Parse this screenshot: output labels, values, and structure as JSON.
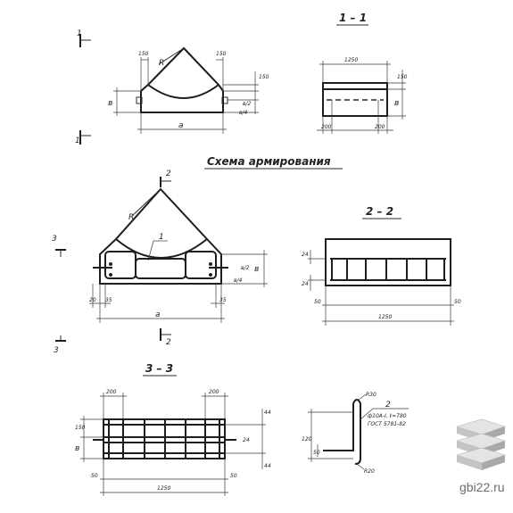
{
  "sections": {
    "s11": "1 – 1",
    "scheme": "Схема армирования",
    "s22": "2 – 2",
    "s33": "3 – 3"
  },
  "markers": {
    "one": "1",
    "two": "2",
    "three": "3"
  },
  "labels": {
    "R": "R",
    "a": "a",
    "b": "в",
    "pos1": "1",
    "h2": "в/2",
    "h4": "в/4",
    "b2": "в/2"
  },
  "dims": {
    "d150": "150",
    "d1250": "1250",
    "d200": "200",
    "d35": "35",
    "d20": "20",
    "d50": "50",
    "d24": "24",
    "d44": "44",
    "dR30": "R30",
    "dR20": "R20",
    "d120": "120"
  },
  "bar": {
    "pos": "2",
    "spec": "ф10А-I, ℓ=780",
    "gost": "ГОСТ 5781-82"
  },
  "watermark": {
    "site": "gbi22.ru"
  }
}
